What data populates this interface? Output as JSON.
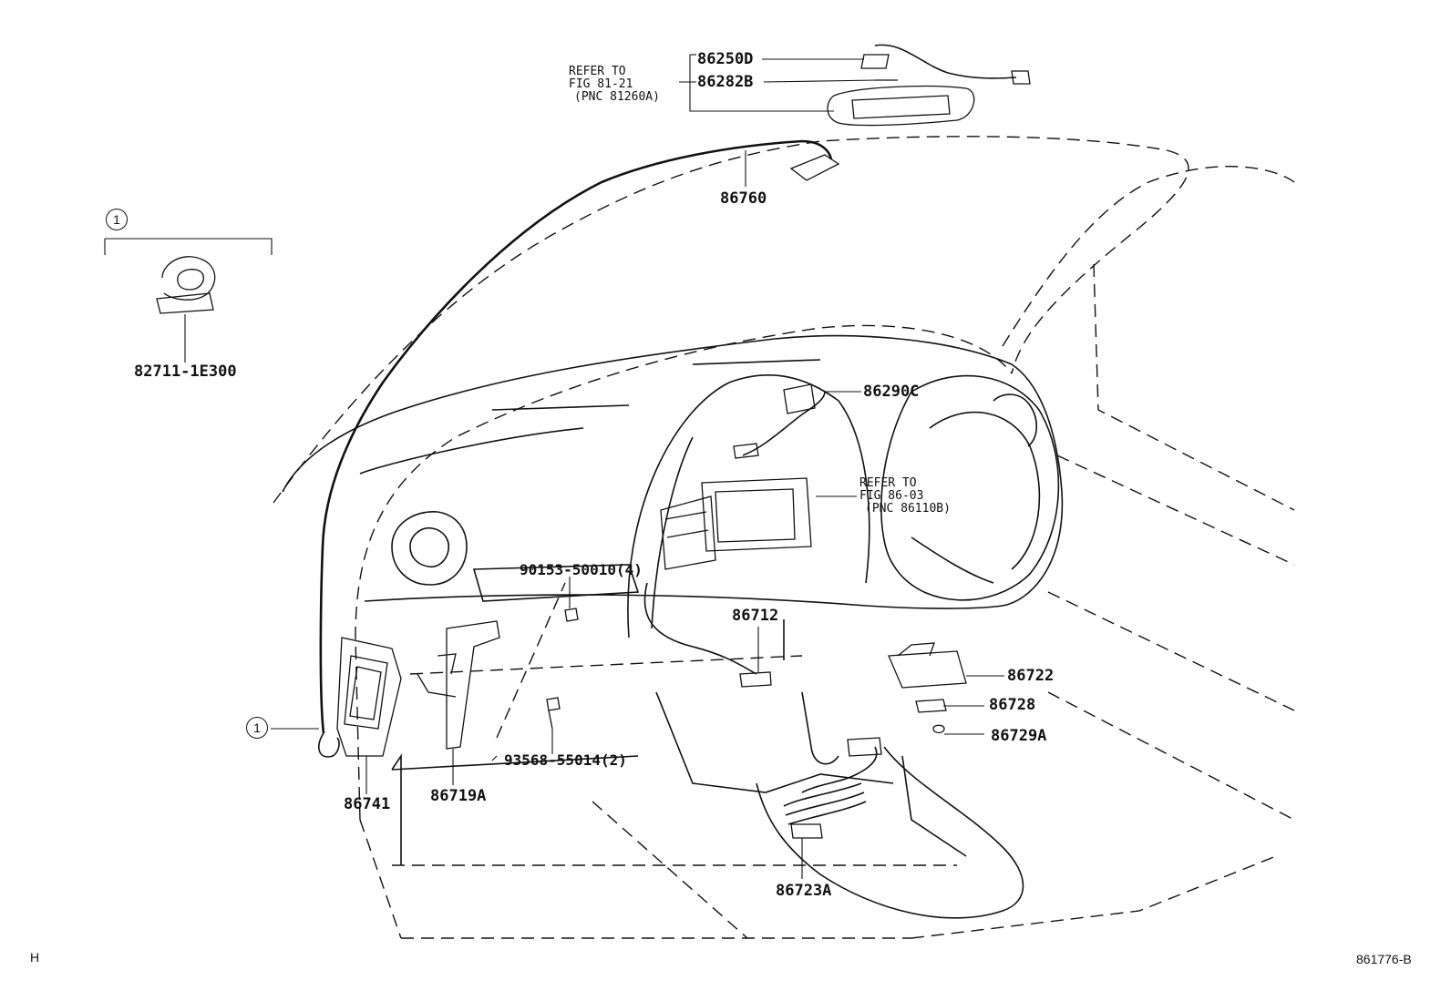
{
  "diagram": {
    "refs": {
      "top": [
        "REFER TO",
        "FIG 81-21",
        "(PNC 81260A)"
      ],
      "middle": [
        "REFER TO",
        "FIG 86-03",
        "(PNC 86110B)"
      ]
    },
    "parts": {
      "p86250D": "86250D",
      "p86282B": "86282B",
      "p86760": "86760",
      "p82711": "82711-1E300",
      "p86290C": "86290C",
      "p90153": "90153-50010(4)",
      "p86712": "86712",
      "p86722": "86722",
      "p86728": "86728",
      "p86729A": "86729A",
      "p93568": "93568-55014(2)",
      "p86741": "86741",
      "p86719A": "86719A",
      "p86723A": "86723A"
    },
    "callouts": {
      "group_marker": "1",
      "harness_marker": "1"
    },
    "footer": {
      "left_code": "H",
      "drawing_number": "861776-B"
    }
  }
}
